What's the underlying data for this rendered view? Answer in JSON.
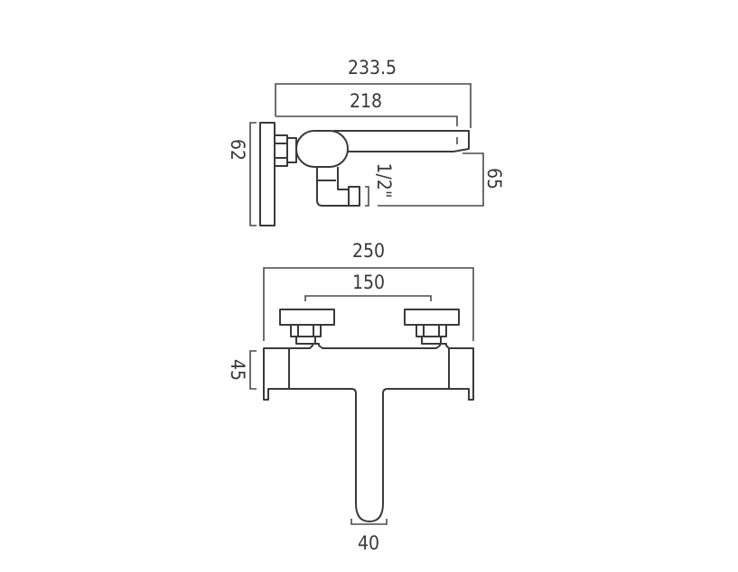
{
  "drawing": {
    "subject": "Wall-mounted bath/shower mixer technical drawing",
    "units": "mm",
    "line_color": "#3a3a3a",
    "background": "#ffffff"
  },
  "side_view": {
    "dims": {
      "overall_projection": "233.5",
      "spout_projection": "218",
      "backplate_height": "62",
      "spout_height_above_inlet": "65",
      "inlet_size": "1/2\""
    }
  },
  "front_view": {
    "dims": {
      "overall_width": "250",
      "inlet_centres": "150",
      "body_height": "45",
      "spout_width": "40"
    }
  }
}
